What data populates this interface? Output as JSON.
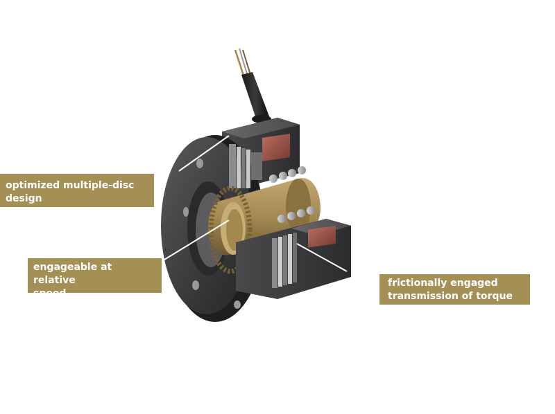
{
  "callouts": [
    {
      "line1": "optimized multiple-disc",
      "line2": "design"
    },
    {
      "line1": "engageable at relative",
      "line2": "speed"
    },
    {
      "line1": "frictionally engaged",
      "line2": "transmission of torque"
    }
  ],
  "colors": {
    "callout_bg": "#a48f55",
    "housing_dark": "#3a3a3c",
    "brass": "#a48a52",
    "coil_copper": "#9a5448"
  }
}
